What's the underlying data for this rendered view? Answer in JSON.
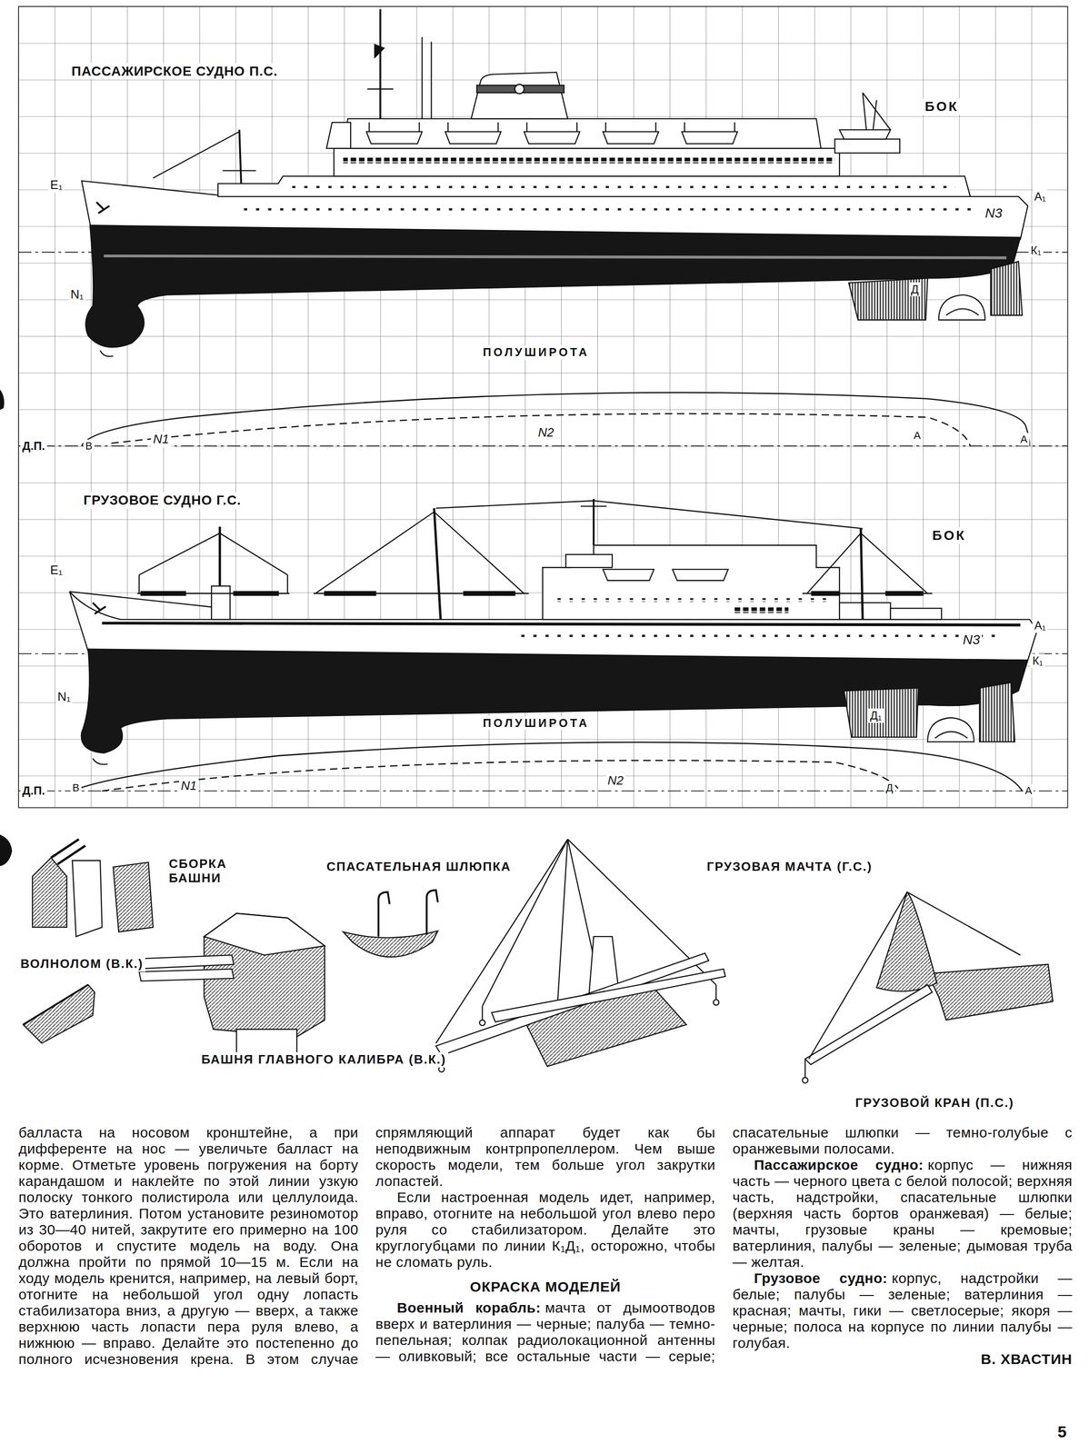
{
  "diagram": {
    "labels": [
      "ПАССАЖИРСКОЕ СУДНО П.С.",
      "БОК",
      "Е₁",
      "N₁",
      "N3",
      "А₁",
      "К₁",
      "Д",
      "ПОЛУШИРОТА",
      "Д.П.",
      "В",
      "N1",
      "N2",
      "А",
      "А",
      "ГРУЗОВОЕ СУДНО Г.С.",
      "БОК",
      "Е₁",
      "N₁",
      "N3",
      "А₁",
      "К₁",
      "Д₁",
      "ПОЛУШИРОТА",
      "Д.П.",
      "В",
      "N1",
      "N2",
      "Д",
      "А",
      "СБОРКА БАШНИ",
      "СПАСАТЕЛЬНАЯ ШЛЮПКА",
      "ГРУЗОВАЯ МАЧТА (Г.С.)",
      "ВОЛНОЛОМ (В.К.)",
      "БАШНЯ ГЛАВНОГО КАЛИБРА (В.К.)",
      "ГРУЗОВОЙ КРАН (П.С.)",
      "балласта на носовом кронштейне, а при дифференте на нос — увеличьте балласт на корме. Отметьте уровень погружения на борту карандашом и наклейте по этой линии узкую полоску тонкого полистирола или целлулоида. Это ватерлиния. Потом установите резиномотор из 30—40 нитей, закрутите его примерно на 100 оборотов и спустите модель на воду. Она должна пройти по прямой 10—15 м. Если на ходу модель кренится, например, на левый борт, отогните на небольшой угол одну лопасть стабилизатора вниз, а другую — вверх, а также верхнюю часть лопасти пера руля влево, а нижнюю — вправо. Делайте это постепенно до полного исчезновения крена. В этом случае спрямляющий аппарат будет как бы неподвижным контрпропеллером. Чем выше скорость модели, тем больше угол закрутки лопастей.",
      "Если настроенная модель идет, например, вправо, отогните на небольшой угол влево перо руля со стабилизатором. Делайте это круглогубцами по линии К₁Д₁, осторожно, чтобы не сломать руль.",
      "ОКРАСКА МОДЕЛЕЙ",
      "Военный корабль:",
      "мачта от дымоотводов вверх и ватерлиния — черные; палуба — темно-пепельная; колпак радиолокационной антенны — оливковый; все остальные части — серые; спасательные шлюпки — темно-голубые с оранжевыми полосами.",
      "Пассажирское судно:",
      "корпус — нижняя часть — черного цвета с белой полосой; верхняя часть, надстройки, спасательные шлюпки (верхняя часть бортов оранжевая) — белые; мачты, грузовые краны — кремовые; ватерлиния, палубы — зеленые; дымовая труба — желтая.",
      "Грузовое судно:",
      "корпус, надстройки — белые; палубы — зеленые; ватерлиния — красная; мачты, гики — светлосерые; якоря — черные; полоса на корпусе по линии палубы — голубая.",
      "В. ХВАСТИН",
      "5"
    ]
  }
}
